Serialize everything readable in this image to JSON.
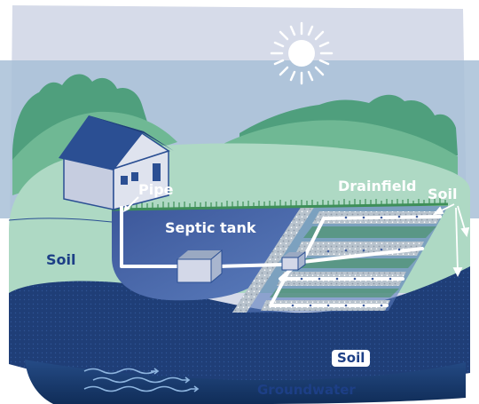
{
  "labels": {
    "pipe": "Pipe",
    "drainfield": "Drainfield",
    "septic_tank": "Septic tank",
    "soil_left": "Soil",
    "soil_right": "Soil",
    "soil_lower": "Soil",
    "groundwater": "Groundwater"
  },
  "colors": {
    "sky": "#d6dbe9",
    "band": "#a8bfd7",
    "hill_dark": "#4f9f7d",
    "hill_mid": "#6fb894",
    "ground": "#aed9c4",
    "pit": "#3f5d9e",
    "gravel": "#b8c3cd",
    "pipe": "#ffffff",
    "grass": "#3e8f58",
    "deep_soil": "#1f3e77",
    "water": "#173a68",
    "house_wall": "#d3d8e8",
    "house_roof": "#2b4f93",
    "label_navy": "#1d3f86"
  }
}
